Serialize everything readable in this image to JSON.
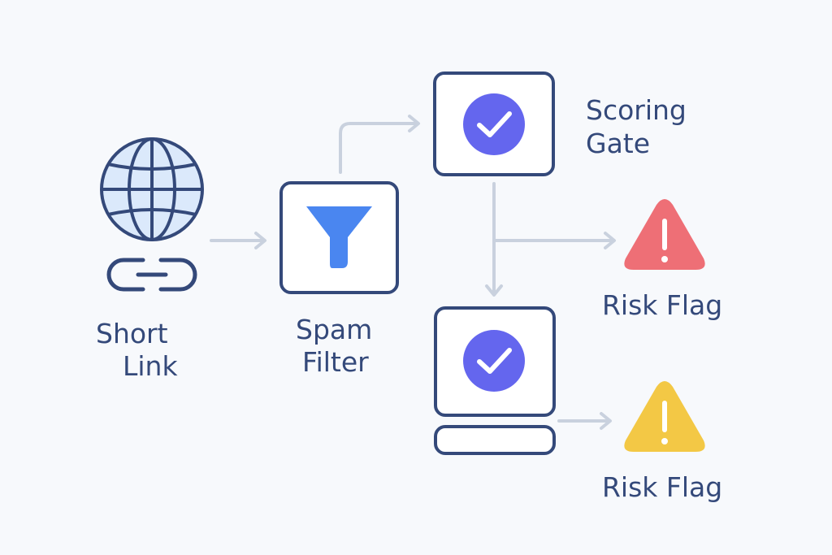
{
  "nodes": {
    "short_link": {
      "line1": "Short",
      "line2": "Link",
      "icon": "globe-icon",
      "icon2": "chain-link-icon"
    },
    "spam_filter": {
      "line1": "Spam",
      "line2": "Filter",
      "icon": "funnel-icon"
    },
    "scoring_gate": {
      "line1": "Scoring",
      "line2": "Gate",
      "icon": "check-circle-icon"
    },
    "risk_flag_red": {
      "label": "Risk Flag",
      "icon": "warning-triangle-icon"
    },
    "second_check": {
      "icon": "check-circle-icon"
    },
    "risk_flag_yellow": {
      "label": "Risk Flag",
      "icon": "warning-triangle-icon"
    }
  },
  "colors": {
    "background": "#f7f9fc",
    "outline": "#34497a",
    "arrow": "#c9d1de",
    "globe_fill": "#dbe9fb",
    "funnel": "#4a86f0",
    "check": "#6466ee",
    "risk_red": "#ee6f76",
    "risk_yellow": "#f3c845",
    "text": "#34497a"
  }
}
